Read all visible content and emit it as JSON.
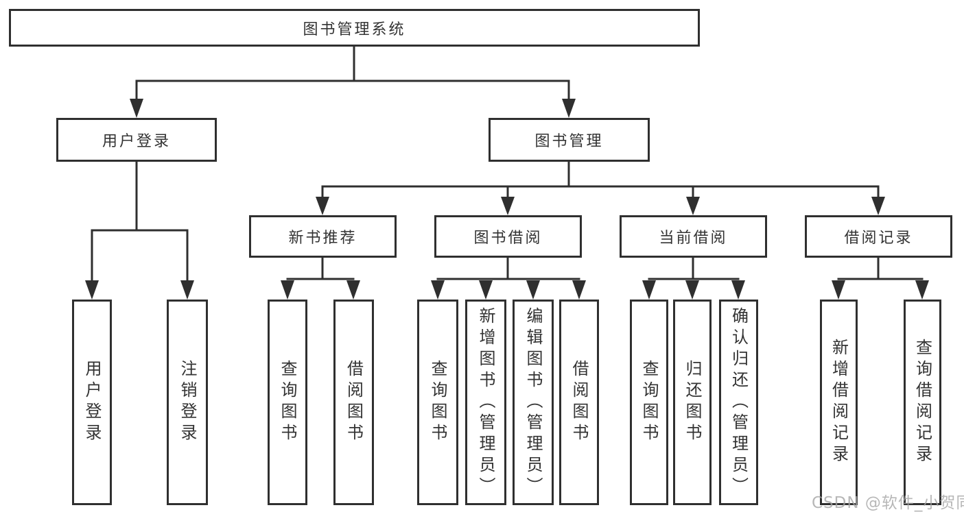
{
  "diagram": {
    "root": "图书管理系统",
    "branches": [
      {
        "label": "用户登录",
        "children": [
          {
            "label": "用户登录"
          },
          {
            "label": "注销登录"
          }
        ]
      },
      {
        "label": "图书管理",
        "children": [
          {
            "label": "新书推荐",
            "children": [
              {
                "label": "查询图书"
              },
              {
                "label": "借阅图书"
              }
            ]
          },
          {
            "label": "图书借阅",
            "children": [
              {
                "label": "查询图书"
              },
              {
                "label": "新增图书（管理员）"
              },
              {
                "label": "编辑图书（管理员）"
              },
              {
                "label": "借阅图书"
              }
            ]
          },
          {
            "label": "当前借阅",
            "children": [
              {
                "label": "查询图书"
              },
              {
                "label": "归还图书"
              },
              {
                "label": "确认归还（管理员）"
              }
            ]
          },
          {
            "label": "借阅记录",
            "children": [
              {
                "label": "新增借阅记录"
              },
              {
                "label": "查询借阅记录"
              }
            ]
          }
        ]
      }
    ]
  },
  "watermark": "CSDN @软件_小贺同学",
  "colors": {
    "line": "#2f2f2f",
    "text": "#333333",
    "background": "#ffffff",
    "watermark": "#a5a5a5"
  }
}
